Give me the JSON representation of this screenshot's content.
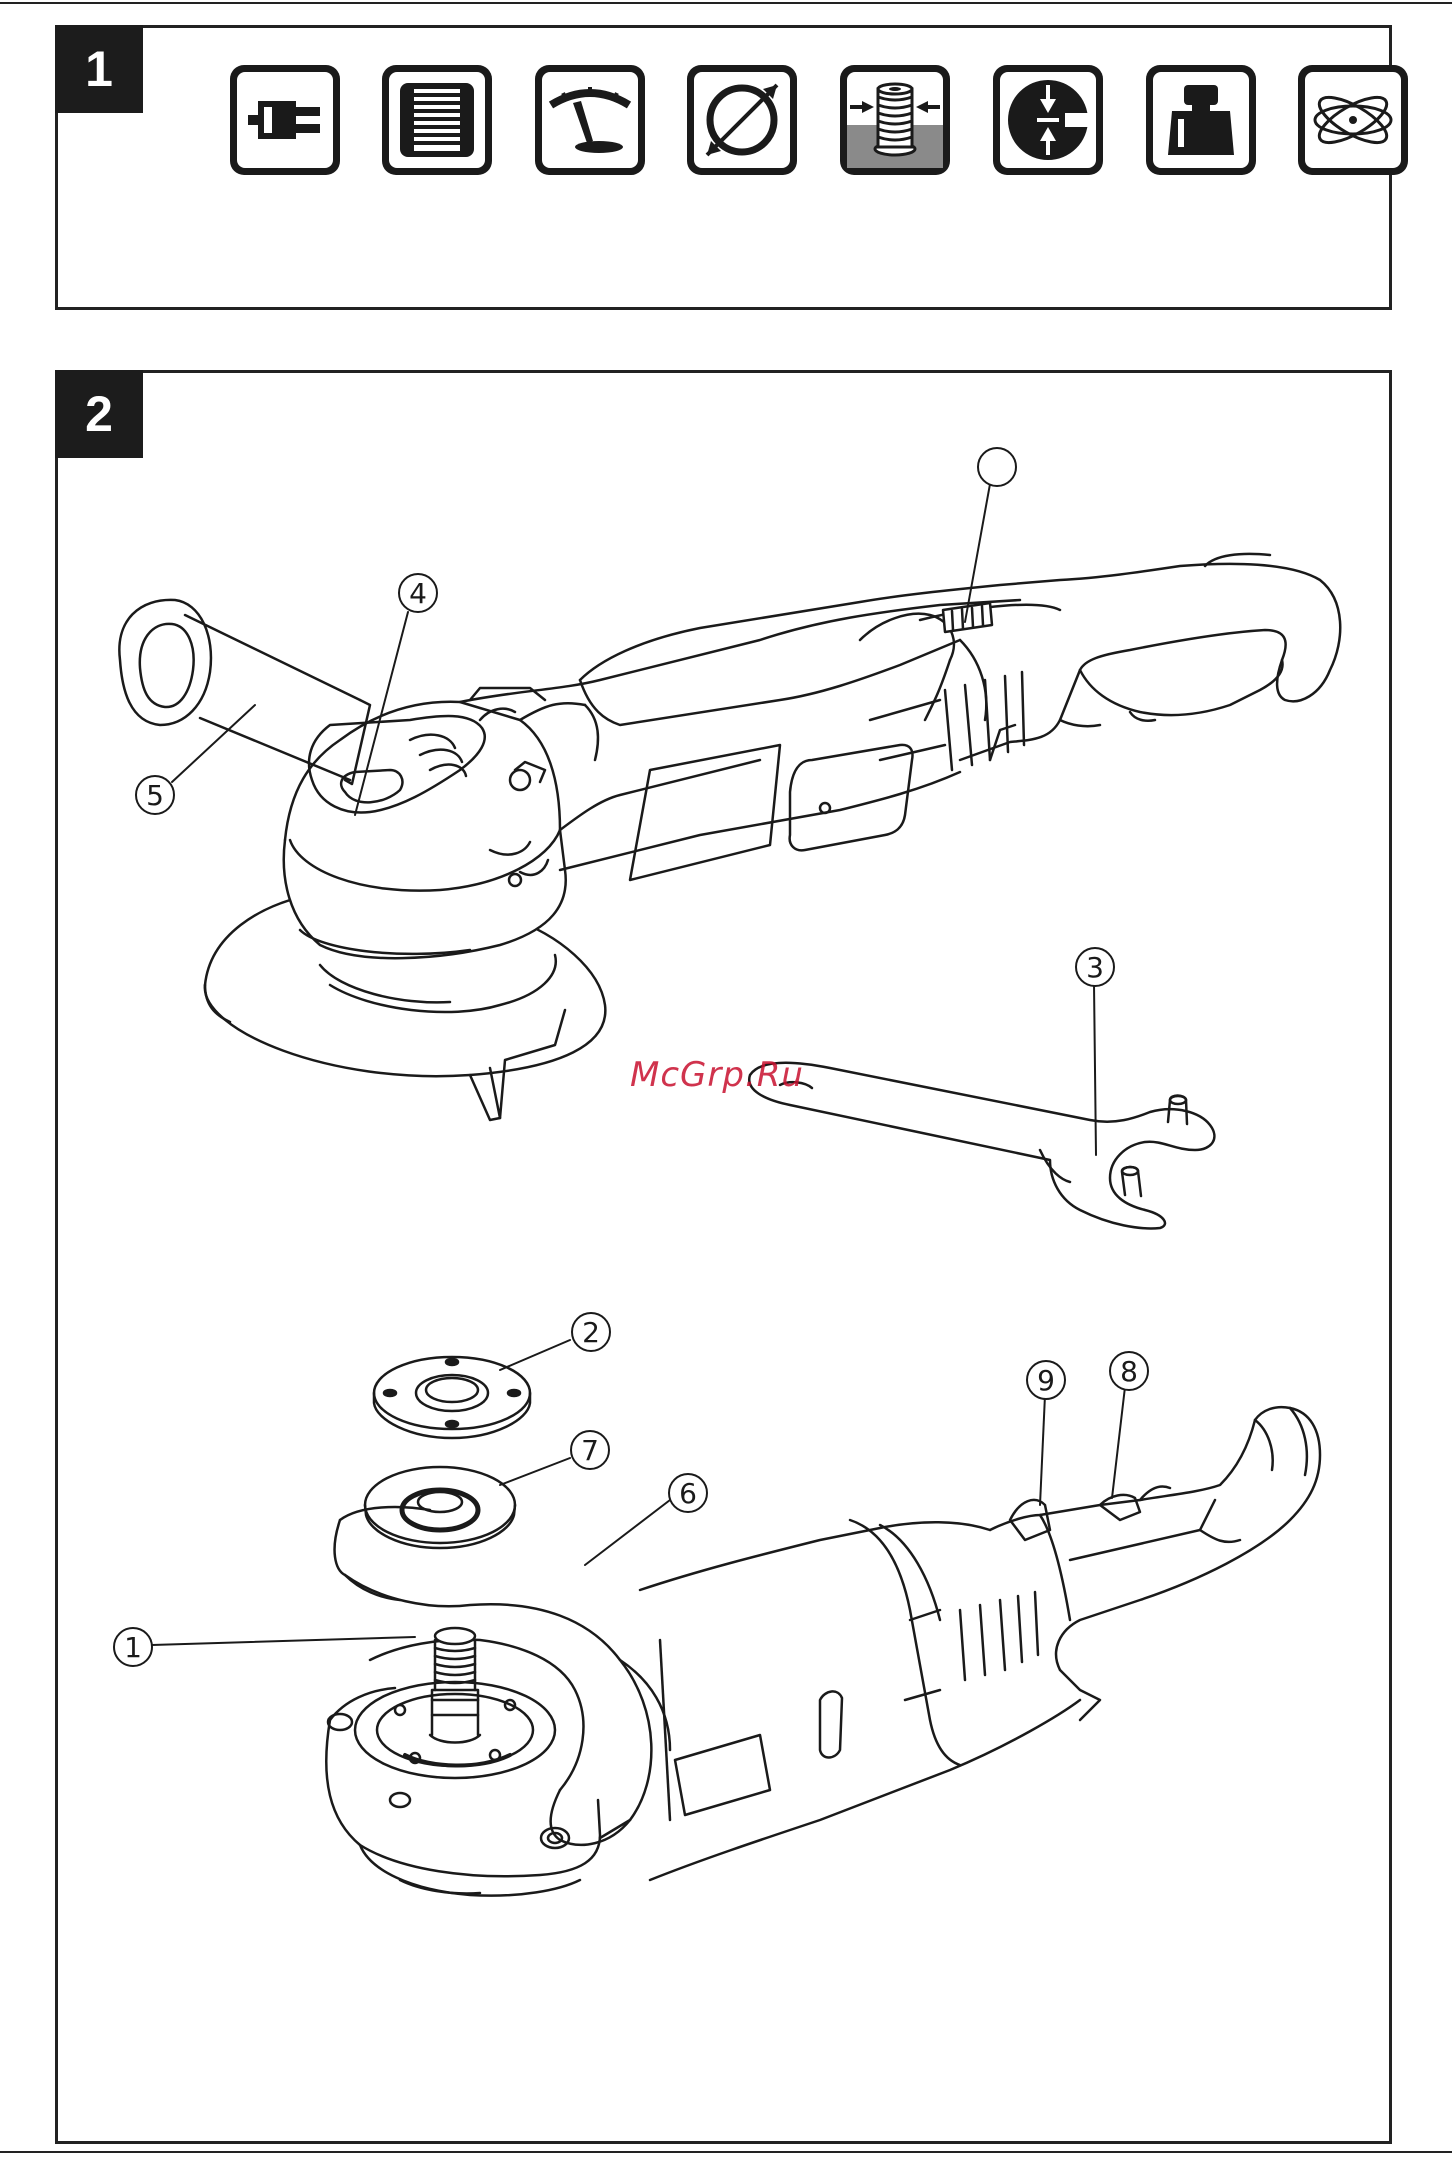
{
  "figures": [
    {
      "number": "1"
    },
    {
      "number": "2"
    }
  ],
  "spec_icons": [
    {
      "icon": "plug-icon"
    },
    {
      "icon": "motor-winding-icon"
    },
    {
      "icon": "speed-gauge-icon"
    },
    {
      "icon": "disc-diameter-icon"
    },
    {
      "icon": "spindle-thread-icon"
    },
    {
      "icon": "disc-thickness-icon"
    },
    {
      "icon": "weight-icon"
    },
    {
      "icon": "vibration-icon"
    }
  ],
  "callouts": {
    "c1": "1",
    "c2": "2",
    "c3": "3",
    "c4": "4",
    "c5": "5",
    "c6": "6",
    "c7": "7",
    "c8": "8",
    "c9": "9"
  },
  "watermark": "McGrp.Ru",
  "colors": {
    "line": "#1a1a1a",
    "panel_fill": "#ffffff",
    "number_box": "#1c1c1c",
    "watermark": "#c8102e"
  }
}
